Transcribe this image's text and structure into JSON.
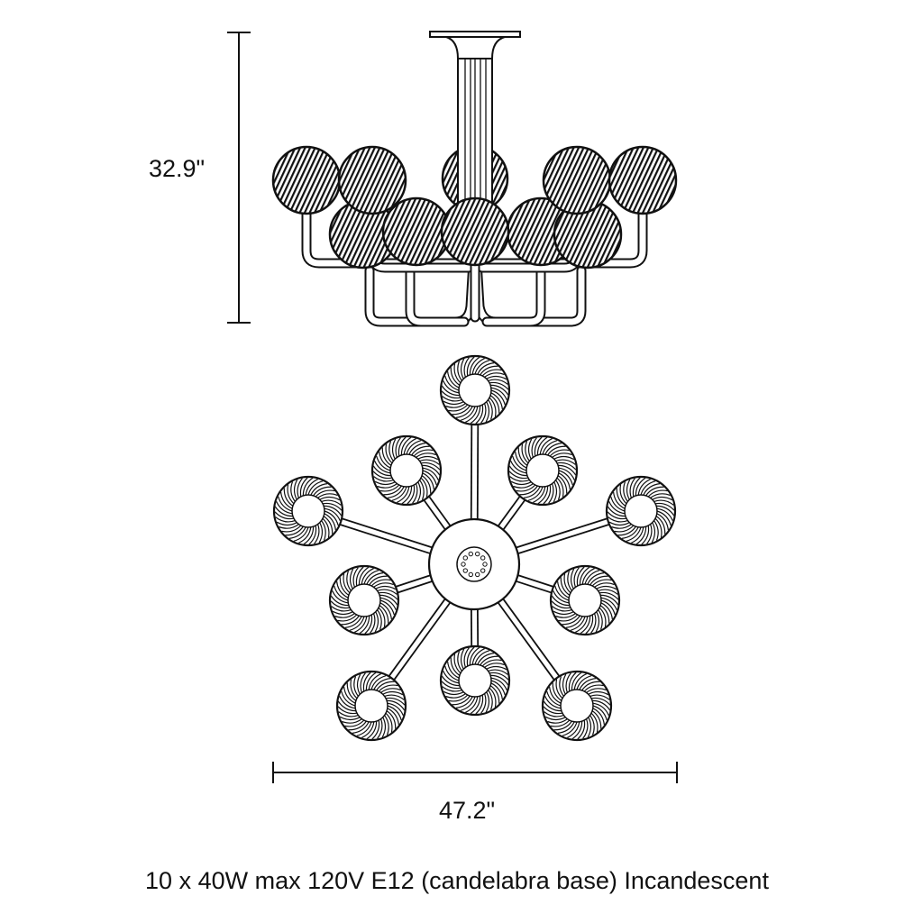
{
  "dimensions": {
    "height_label": "32.9\"",
    "width_label": "47.2\""
  },
  "caption": "10 x 40W max 120V E12 (candelabra base) Incandescent",
  "fixture": {
    "lights": 10,
    "views": [
      "side-view",
      "top-view"
    ]
  },
  "colors": {
    "line": "#111111",
    "background": "#ffffff"
  }
}
